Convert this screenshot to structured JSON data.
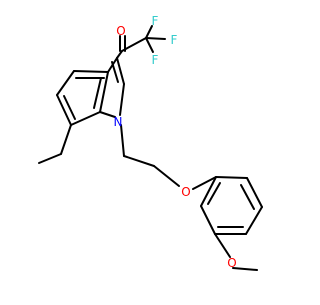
{
  "molecule": {
    "atom_labels": {
      "o_ketone": "O",
      "f_top": "F",
      "f_right": "F",
      "f_bottom": "F",
      "n_indole": "N",
      "o_ether": "O",
      "o_methoxy": "O"
    }
  },
  "colors": {
    "bond": "#000000",
    "oxygen": "#ff0000",
    "nitrogen": "#0000ff",
    "fluorine": "#33cccc",
    "background": "#ffffff"
  }
}
